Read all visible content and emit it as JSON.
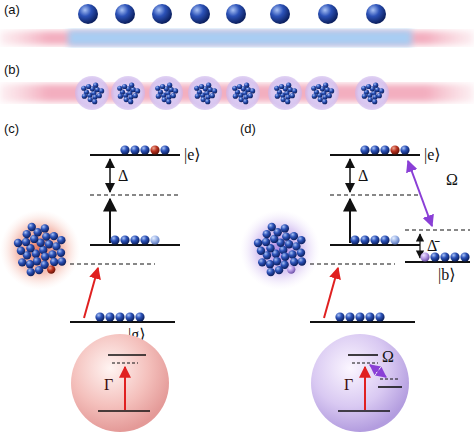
{
  "diagram": {
    "nodes": [
      {
        "text": [
          "Γ"
        ]
      },
      {
        "text": [
          "Γ",
          "Ω"
        ]
      }
    ],
    "labels": [
      "(a)",
      "(b)",
      "(c)",
      "(d)",
      "|e⟩",
      "Δ",
      "|g⟩",
      "|e⟩",
      "Δ",
      "Ω",
      "Δ̄",
      "|b⟩"
    ]
  }
}
